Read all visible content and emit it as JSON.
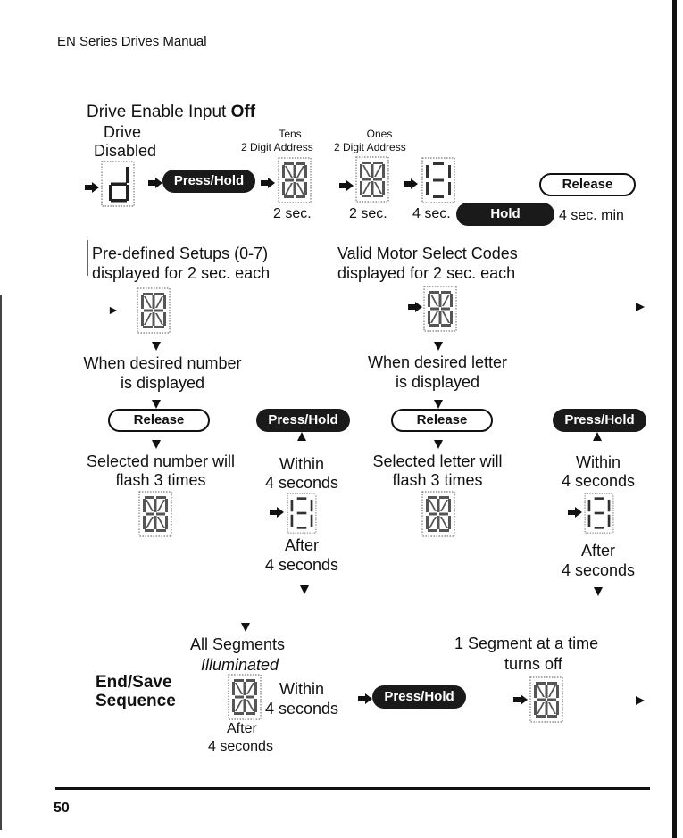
{
  "header": {
    "manual_title": "EN Series Drives Manual"
  },
  "section": {
    "title_prefix": "Drive Enable Input ",
    "title_state": "Off",
    "drive_label": "Drive",
    "disabled_label": "Disabled",
    "tens_label": "Tens",
    "tens_sub": "2 Digit Address",
    "ones_label": "Ones",
    "ones_sub": "2 Digit Address",
    "time_2sec_a": "2 sec.",
    "time_2sec_b": "2 sec.",
    "time_4sec": "4 sec.",
    "time_4sec_min": "4 sec. min",
    "d_display": "d"
  },
  "buttons": {
    "press_hold": "Press/Hold",
    "release": "Release",
    "hold": "Hold"
  },
  "left_column": {
    "heading_1": "Pre-defined Setups (0-7)",
    "heading_2": "displayed for 2 sec. each",
    "when_1": "When desired number",
    "when_2": "is displayed",
    "selected_1": "Selected number will",
    "selected_2": "flash 3 times",
    "within": "Within",
    "within_2": "4 seconds",
    "after": "After",
    "after_2": "4 seconds"
  },
  "right_column": {
    "heading_1": "Valid Motor Select Codes",
    "heading_2": "displayed for 2 sec. each",
    "when_1": "When desired letter",
    "when_2": "is displayed",
    "selected_1": "Selected letter will",
    "selected_2": "flash 3 times",
    "within": "Within",
    "within_2": "4 seconds",
    "after": "After",
    "after_2": "4 seconds"
  },
  "end_save": {
    "label_1": "End/Save",
    "label_2": "Sequence",
    "all_1": "All Segments",
    "all_2": "Illuminated",
    "within": "Within",
    "within_2": "4 seconds",
    "after": "After",
    "after_2": "4 seconds",
    "one_1": "1 Segment at a time",
    "one_2": "turns off"
  },
  "footer": {
    "page_number": "50"
  }
}
